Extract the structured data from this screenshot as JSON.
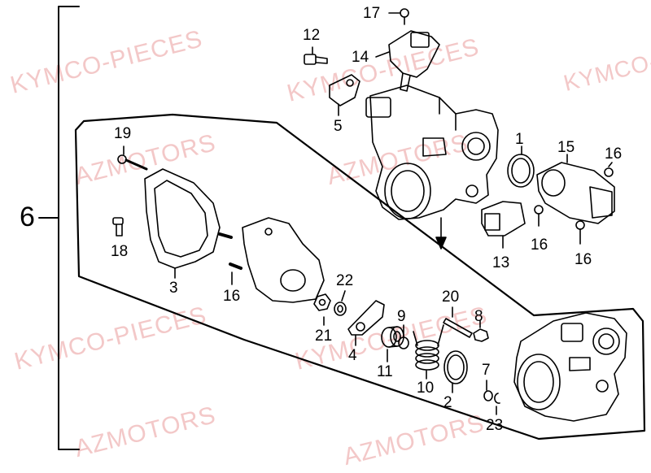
{
  "watermarks": {
    "w1": "KYMCO-PIECES",
    "w2": "KYMCO-PIECES",
    "w3": "KYMCO-PIECES",
    "w4": "KYMCO-PIECES",
    "w5": "AZMOTORS",
    "w6": "AZMOTORS",
    "w7": "AZMOTORS",
    "w8": "AZMOTORS",
    "w9": "KYMCO-PIECES"
  },
  "callouts": {
    "c1": "1",
    "c2": "2",
    "c3": "3",
    "c4": "4",
    "c5": "5",
    "c6": "6",
    "c7": "7",
    "c8": "8",
    "c9": "9",
    "c10": "10",
    "c11": "11",
    "c12": "12",
    "c13": "13",
    "c14": "14",
    "c15": "15",
    "c16a": "16",
    "c16b": "16",
    "c16c": "16",
    "c16d": "16",
    "c17": "17",
    "c18": "18",
    "c19": "19",
    "c20": "20",
    "c21": "21",
    "c22": "22",
    "c23": "23"
  },
  "colors": {
    "line": "#000000",
    "watermark": "#f3c8c8"
  }
}
